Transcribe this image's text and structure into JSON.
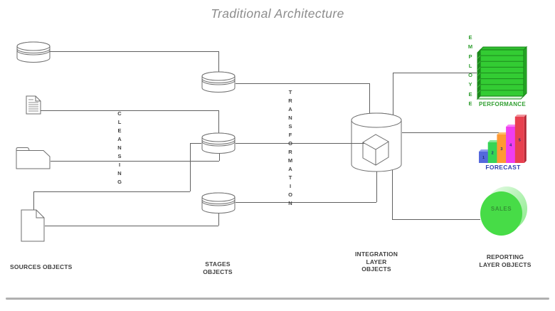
{
  "title": "Traditional Architecture",
  "labels": {
    "sources": "SOURCES OBJECTS",
    "stages": [
      "STAGES",
      "OBJECTS"
    ],
    "integration": [
      "INTEGRATION",
      "LAYER",
      "OBJECTS"
    ],
    "reporting": [
      "REPORTING",
      "LAYER OBJECTS"
    ]
  },
  "process": {
    "cleansing": "CLEANSING",
    "transformation": "TRANSFORMATION"
  },
  "reports": {
    "employee_vertical": "EMPLOYEE",
    "performance": {
      "label": "PERFORMANCE",
      "rows": 8
    },
    "forecast": {
      "label": "FORECAST",
      "bars": [
        {
          "label": "1",
          "height": 16,
          "face": "#5468dd",
          "light": "#8d9bef",
          "dark": "#3a4cb8"
        },
        {
          "label": "2",
          "height": 29,
          "face": "#36d455",
          "light": "#7fe896",
          "dark": "#23a23d"
        },
        {
          "label": "3",
          "height": 40,
          "face": "#ff9933",
          "light": "#ffbe6e",
          "dark": "#cc7722"
        },
        {
          "label": "4",
          "height": 51,
          "face": "#ef3def",
          "light": "#f983f9",
          "dark": "#bc27bc"
        },
        {
          "label": "5",
          "height": 65,
          "face": "#e8404f",
          "light": "#f2929a",
          "dark": "#b12836"
        }
      ]
    },
    "sales": {
      "label": "SALES"
    }
  },
  "colors": {
    "connector_line": "#606060",
    "shape_stroke": "#6e6e6e",
    "label_text": "#3f3f3f",
    "title_text": "#8c8c8c",
    "performance_green": "#33cc33",
    "performance_border": "#1d891d",
    "performance_label_green": "#2f9e2f",
    "forecast_label_blue": "#2f3fb0",
    "sales_green": "#47dc47",
    "sales_text_green": "#349434"
  }
}
